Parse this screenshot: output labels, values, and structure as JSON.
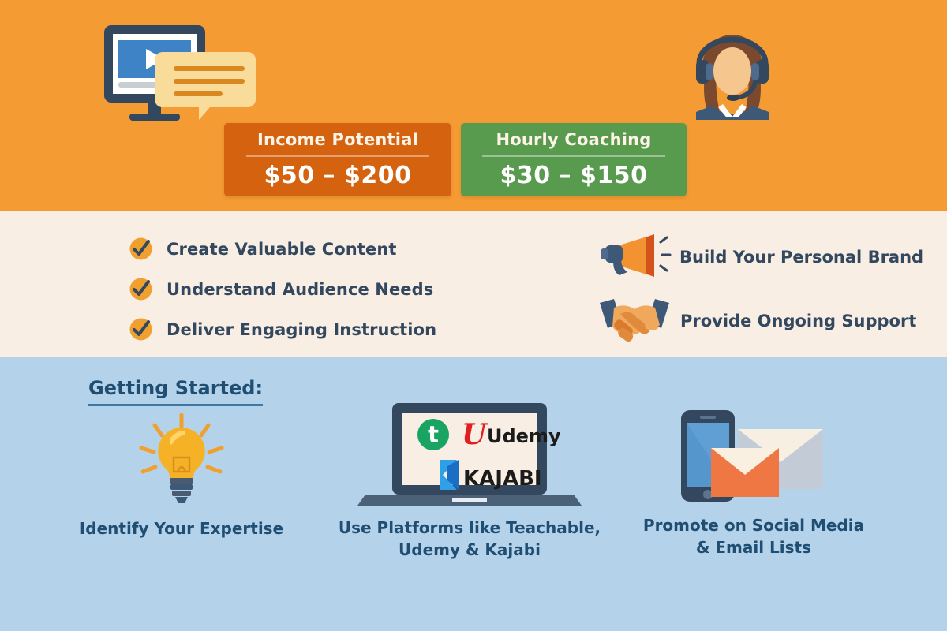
{
  "theme": {
    "orange_band": "#f59b33",
    "cream_band": "#f8eee3",
    "blue_band": "#b4d2ea",
    "card_orange": "#d4620f",
    "card_green": "#589a4e",
    "text_navy": "#33485f",
    "text_blue": "#1f4e72",
    "accent_orange": "#f0a02e"
  },
  "hero": {
    "video_icon": "video-monitor-icon",
    "agent_icon": "support-agent-headset-icon"
  },
  "stats": [
    {
      "title": "Income Potential",
      "value": "$50 – $200",
      "color": "#d4620f"
    },
    {
      "title": "Hourly Coaching",
      "value": "$30 – $150",
      "color": "#589a4e"
    }
  ],
  "checklist": [
    {
      "label": "Create Valuable Content",
      "icon": "check-circle-icon"
    },
    {
      "label": "Understand Audience Needs",
      "icon": "check-circle-icon"
    },
    {
      "label": "Deliver Engaging Instruction",
      "icon": "check-circle-icon"
    }
  ],
  "features": [
    {
      "label": "Build Your Personal Brand",
      "icon": "megaphone-icon"
    },
    {
      "label": "Provide Ongoing Support",
      "icon": "handshake-icon"
    }
  ],
  "getting_started": {
    "heading": "Getting Started:",
    "steps": [
      {
        "caption": "Identify Your Expertise",
        "icon": "lightbulb-icon"
      },
      {
        "caption": "Use Platforms like Teachable, Udemy & Kajabi",
        "icon": "laptop-platforms-icon"
      },
      {
        "caption": "Promote on Social Media & Email Lists",
        "caption_line1": "Promote on Social Media",
        "caption_line2": "& Email Lists",
        "icon": "phone-envelope-icon"
      }
    ]
  },
  "platforms": [
    {
      "name": "Teachable",
      "mark": "t",
      "mark_color": "#19a463",
      "wordmark": ""
    },
    {
      "name": "Udemy",
      "mark": "U",
      "mark_color": "#e02020",
      "wordmark": "Udemy"
    },
    {
      "name": "Kajabi",
      "mark": "K",
      "mark_color": "#1a8fe3",
      "wordmark": "KAJABI"
    }
  ]
}
